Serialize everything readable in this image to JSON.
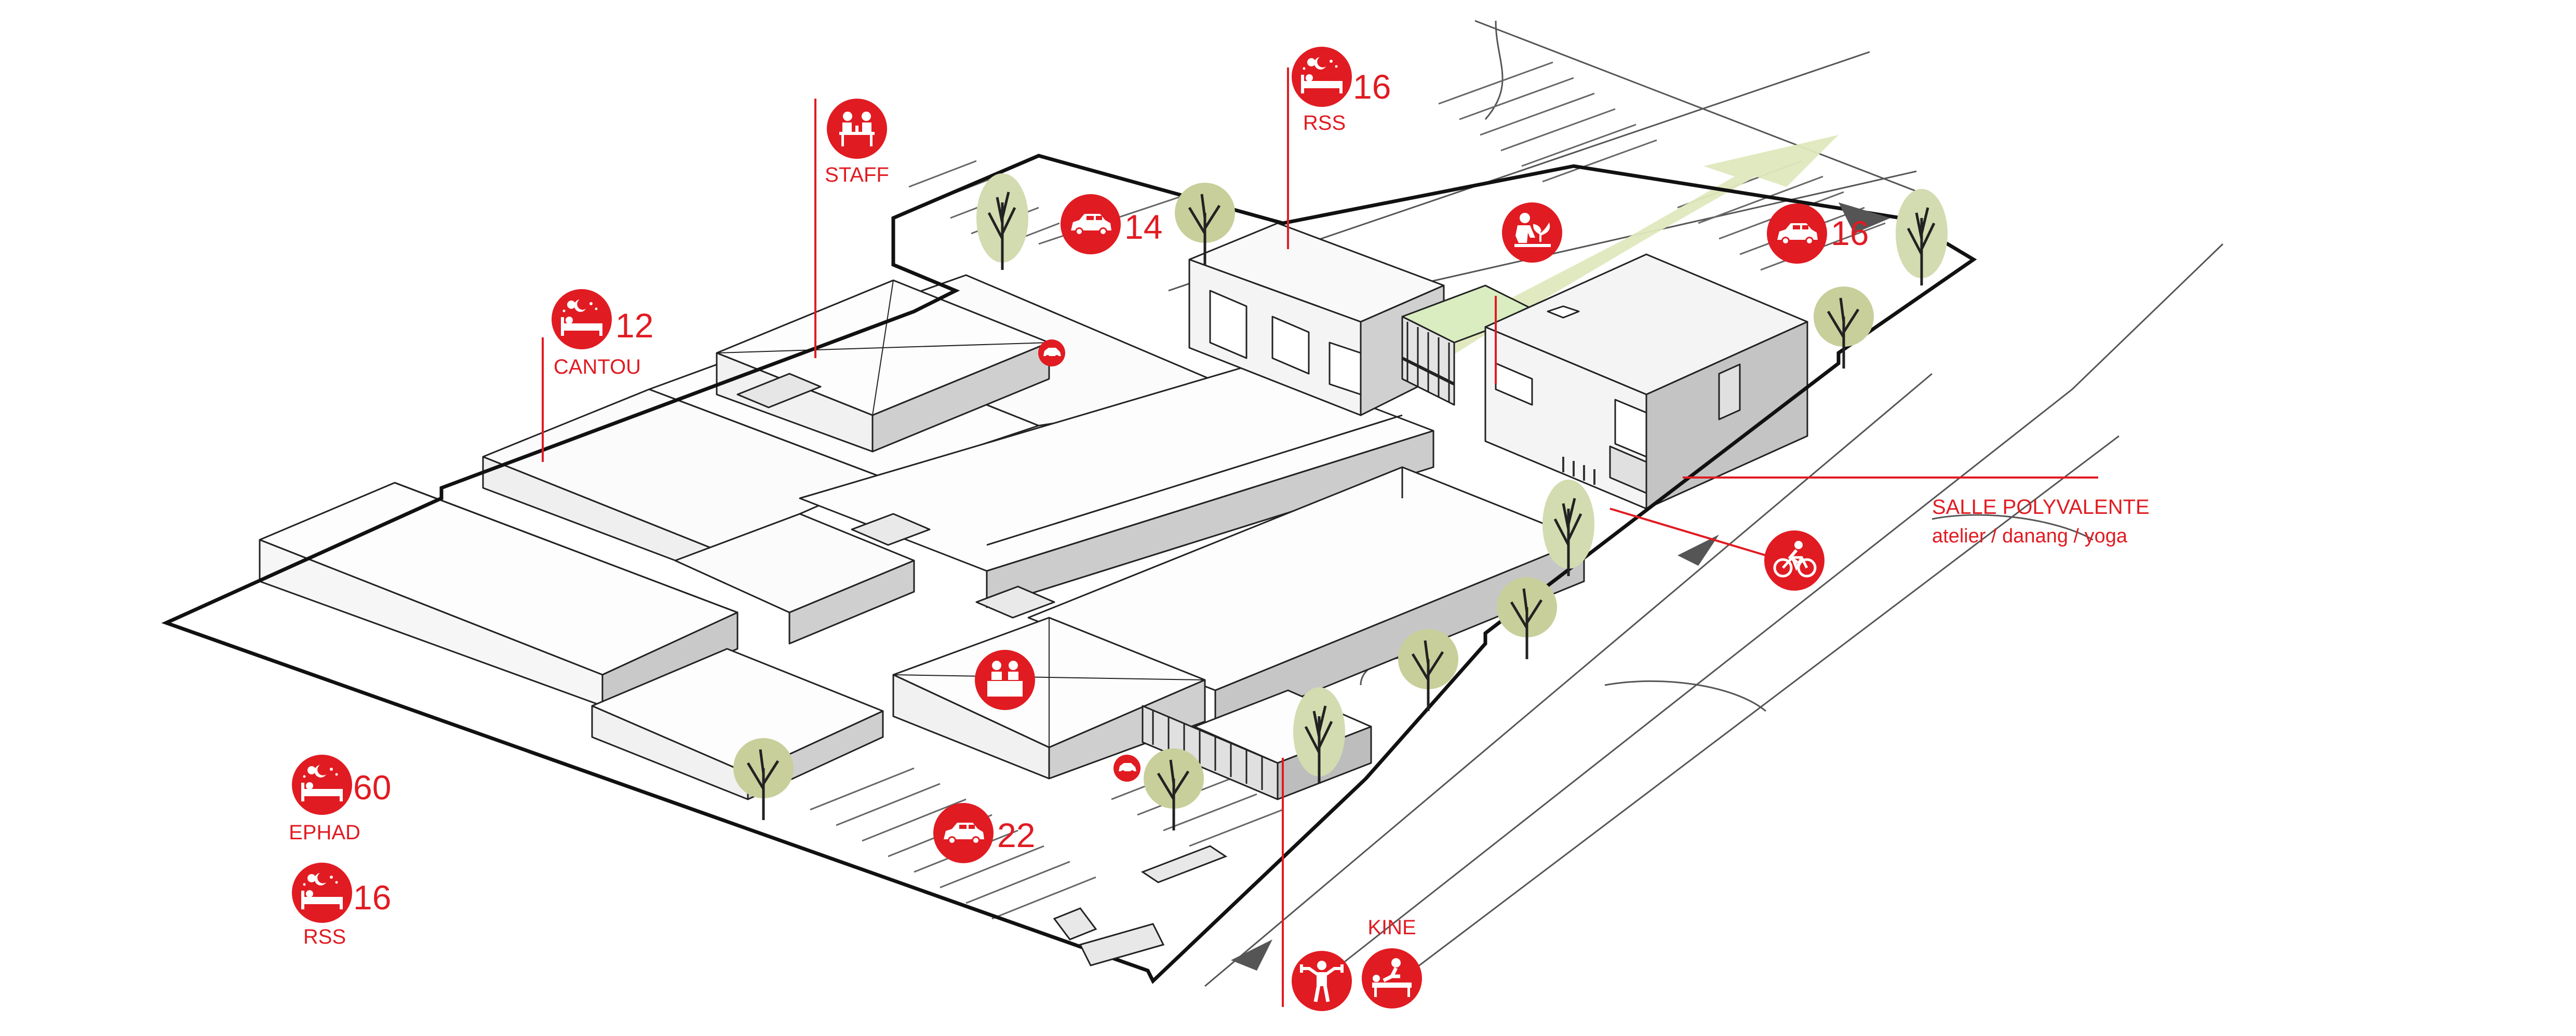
{
  "colors": {
    "accent": "#e11b22",
    "line": "#222222",
    "outline": "#111111",
    "tree": "#d3dbb0",
    "tree_dark": "#c8cf9a",
    "path_green": "#dfe8bd",
    "terrace_green": "#d9edc0"
  },
  "labels": {
    "staff": "STAFF",
    "parking_north": "14",
    "rss_top_count": "16",
    "rss_top_label": "RSS",
    "cantou_count": "12",
    "cantou_label": "CANTOU",
    "parking_east": "16",
    "salle_title": "SALLE POLYVALENTE",
    "salle_sub": "atelier / danang / yoga",
    "parking_south": "22",
    "ephad_count": "60",
    "ephad_label": "EPHAD",
    "rss_legend_count": "16",
    "rss_legend_label": "RSS",
    "kine_label": "KINE"
  },
  "icons": {
    "staff": "staff-meeting-icon",
    "rss_top": "bed-icon",
    "cantou": "bed-icon",
    "parking_north": "car-icon",
    "parking_east": "car-icon",
    "parking_south": "car-icon",
    "garden": "gardening-icon",
    "bike": "bicycle-icon",
    "reception": "reception-icon",
    "ephad": "bed-icon",
    "rss_legend": "bed-icon",
    "kine_exercise": "exercise-icon",
    "kine_massage": "massage-icon",
    "entrance": "car-entrance-icon"
  }
}
